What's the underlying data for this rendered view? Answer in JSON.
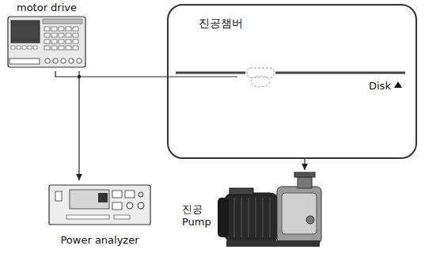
{
  "diagram": {
    "nodes": [
      {
        "text": [
          "motor drive"
        ]
      },
      {
        "text": [
          "진공챔버"
        ]
      },
      {
        "text": [
          "Power analyzer"
        ]
      },
      {
        "text": [
          "진공 Pump"
        ]
      }
    ],
    "edges": [
      {
        "from": 0,
        "to": 1,
        "arrow": "none"
      },
      {
        "from": 0,
        "to": 2,
        "arrow": "to"
      },
      {
        "from": 1,
        "to": 3,
        "arrow": "to"
      }
    ],
    "labels": [
      "Disk"
    ]
  }
}
